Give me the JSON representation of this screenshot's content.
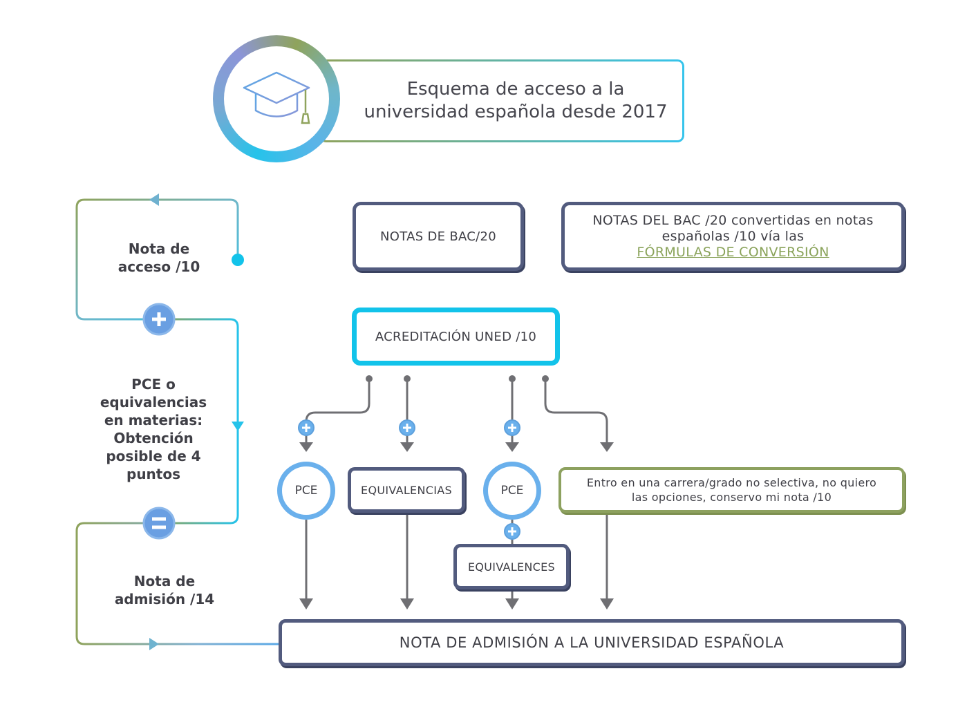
{
  "title": {
    "line1": "Esquema de acceso a la",
    "line2": "universidad española desde 2017"
  },
  "icons": {
    "badge": "graduation-cap-icon",
    "plus": "plus-icon",
    "equals": "equals-icon"
  },
  "side": {
    "access_line1": "Nota de",
    "access_line2": "acceso /10",
    "pce_lines": [
      "PCE o",
      "equivalencias",
      "en materias:",
      "Obtención",
      "posible de 4",
      "puntos"
    ],
    "admission_line1": "Nota de",
    "admission_line2": "admisión /14"
  },
  "boxes": {
    "bac": "NOTAS DE BAC/20",
    "bac_conv_line1": "NOTAS DEL BAC /20 convertidas en notas",
    "bac_conv_line2": "españolas /10 vía las",
    "bac_conv_link": "FÓRMULAS DE CONVERSIÓN",
    "uned": "ACREDITACIÓN UNED /10",
    "pce_a": "PCE",
    "equivalencias": "EQUIVALENCIAS",
    "pce_b": "PCE",
    "equivalences": "EQUIVALENCES",
    "nonselective_line1": "Entro en una carrera/grado no selectiva, no quiero",
    "nonselective_line2": "las opciones, conservo mi nota /10",
    "admission": "NOTA DE ADMISIÓN A LA UNIVERSIDAD ESPAÑOLA"
  },
  "colors": {
    "navy": "#525b7e",
    "cyan": "#12c3ea",
    "olive": "#8da15f",
    "blue": "#6ab0ec",
    "gray_line": "#6f6f73"
  }
}
